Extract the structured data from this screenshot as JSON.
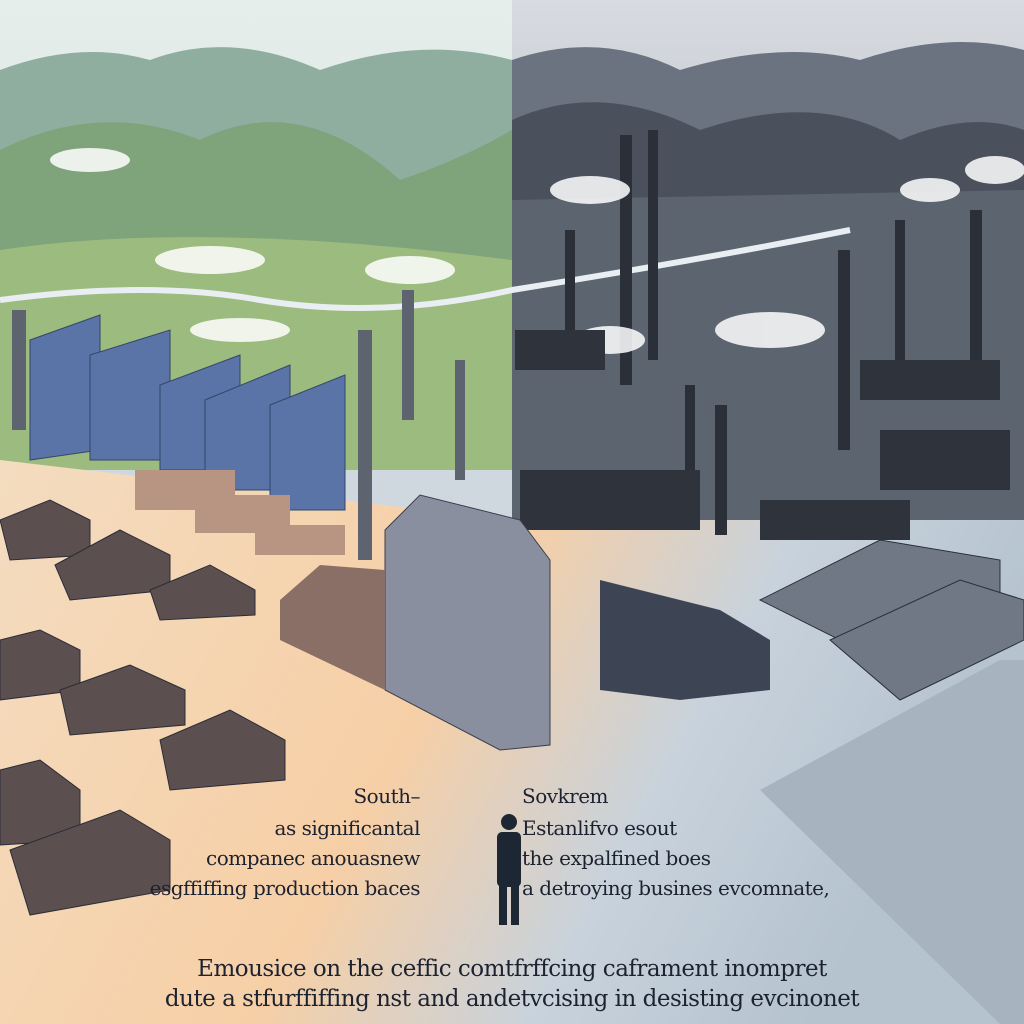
{
  "caption_left": [
    "South–",
    "as significantal",
    "companec anouasnew",
    "esgffiffing production baces"
  ],
  "caption_right": [
    "Sovkrem",
    "Estanlifvo esout",
    "the expalfined boes",
    "a detroying busines evcomnate,"
  ],
  "caption_bottom": [
    "Emousice on the ceffic comtfrffcing caframent inompret",
    "dute a stfurffiffing nst and andetvcising in desisting evcinonet"
  ],
  "colors": {
    "sky_left": "#e3ecea",
    "sky_right": "#c9ced6",
    "hills_left": "#5f8a6a",
    "hills_right": "#3e4652",
    "ground_left": "#f3d2ae",
    "ground_right": "#b9c6d2",
    "building": "#4a5a7a"
  }
}
